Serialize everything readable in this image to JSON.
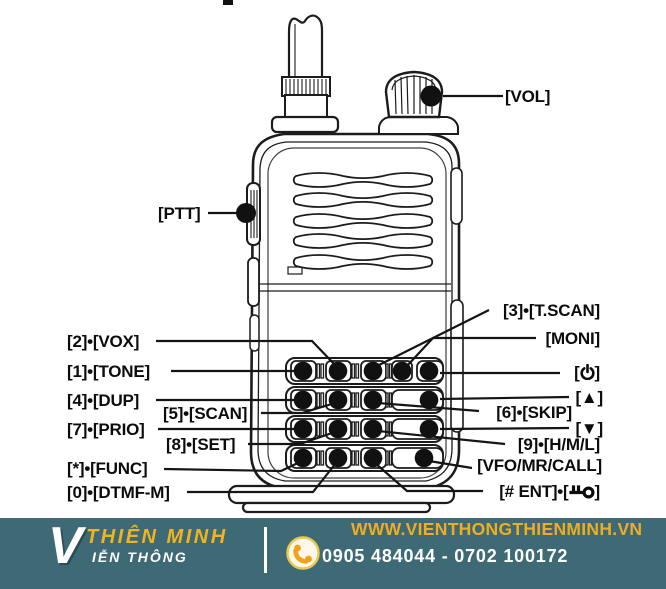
{
  "page": {
    "background": "#ffffff"
  },
  "diagram": {
    "labels": {
      "vol": "[VOL]",
      "ptt": "[PTT]",
      "vox": "[2]•[VOX]",
      "tscan": "[3]•[T.SCAN]",
      "moni": "[MONI]",
      "tone": "[1]•[TONE]",
      "power_open": "[",
      "power_close": "]",
      "dup": "[4]•[DUP]",
      "scan": "[5]•[SCAN]",
      "skip": "[6]•[SKIP]",
      "up": "[▲]",
      "prio": "[7]•[PRIO]",
      "set": "[8]•[SET]",
      "hml": "[9]•[H/M/L]",
      "down": "[▼]",
      "func": "[*]•[FUNC]",
      "vfo": "[VFO/MR/CALL]",
      "dtmf": "[0]•[DTMF-M]",
      "ent_open": "[# ENT]•[",
      "ent_close": "]"
    },
    "icons": {
      "power": "power-icon",
      "lock": "key-lock-icon"
    }
  },
  "footer": {
    "brand_v": "V",
    "brand_line1": "THIÊN MINH",
    "brand_line2": "IỄN THÔNG",
    "website": "WWW.VIENTHONGTHIENMINH.VN",
    "phones": "0905 484044 - 0702 100172",
    "colors": {
      "background": "#3e6a75",
      "yellow": "#f0ae1f",
      "white": "#ffffff"
    }
  }
}
